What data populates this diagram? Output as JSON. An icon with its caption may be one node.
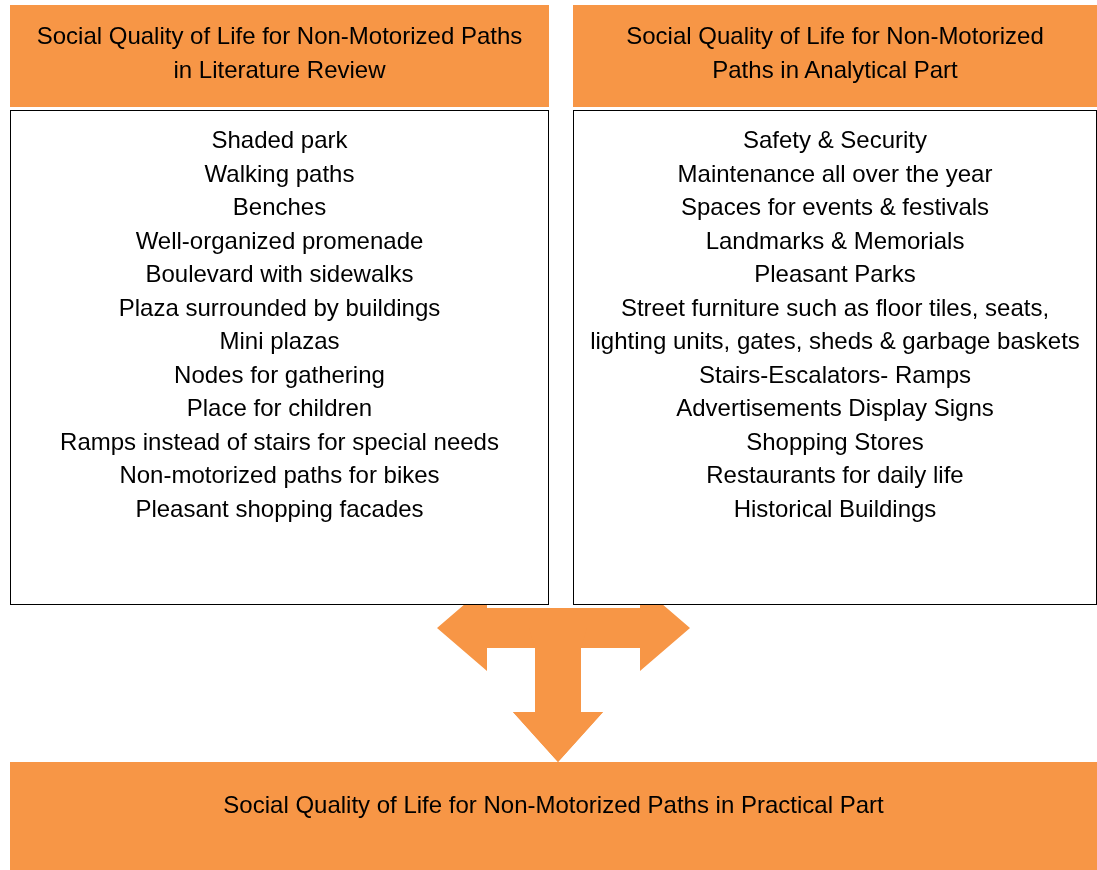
{
  "diagram": {
    "nodes": [
      {
        "text": [
          "Social Quality of Life for Non-Motorized Paths in Literature Review"
        ]
      },
      {
        "text": [
          "Shaded park",
          "Walking paths",
          "Benches",
          "Well-organized promenade",
          "Boulevard with sidewalks",
          "Plaza surrounded by buildings",
          "Mini plazas",
          "Nodes for gathering",
          "Place for children",
          "Ramps instead of stairs for special needs",
          "Non-motorized paths for bikes",
          "Pleasant shopping facades"
        ]
      },
      {
        "text": [
          "Social Quality of Life for Non-Motorized Paths in Analytical Part"
        ]
      },
      {
        "text": [
          "Safety & Security",
          "Maintenance all over the year",
          "Spaces for events & festivals",
          "Landmarks & Memorials",
          "Pleasant Parks",
          "Street furniture such as floor tiles, seats, lighting units, gates, sheds & garbage baskets",
          "Stairs-Escalators- Ramps",
          "Advertisements Display Signs",
          "Shopping Stores",
          "Restaurants for daily life",
          "Historical Buildings"
        ]
      },
      {
        "text": [
          "Social Quality of Life for Non-Motorized Paths in Practical Part"
        ]
      }
    ],
    "edges": [
      {
        "from": 1,
        "to": 3,
        "arrow": "both"
      },
      {
        "from": 1,
        "to": 4,
        "arrow": "to"
      },
      {
        "from": 3,
        "to": 4,
        "arrow": "to"
      }
    ]
  }
}
